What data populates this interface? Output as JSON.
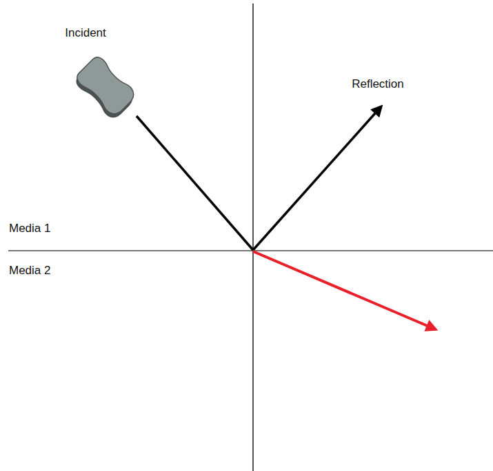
{
  "diagram": {
    "labels": [
      "Incident",
      "Reflection",
      "Media 1",
      "Media 2"
    ]
  }
}
